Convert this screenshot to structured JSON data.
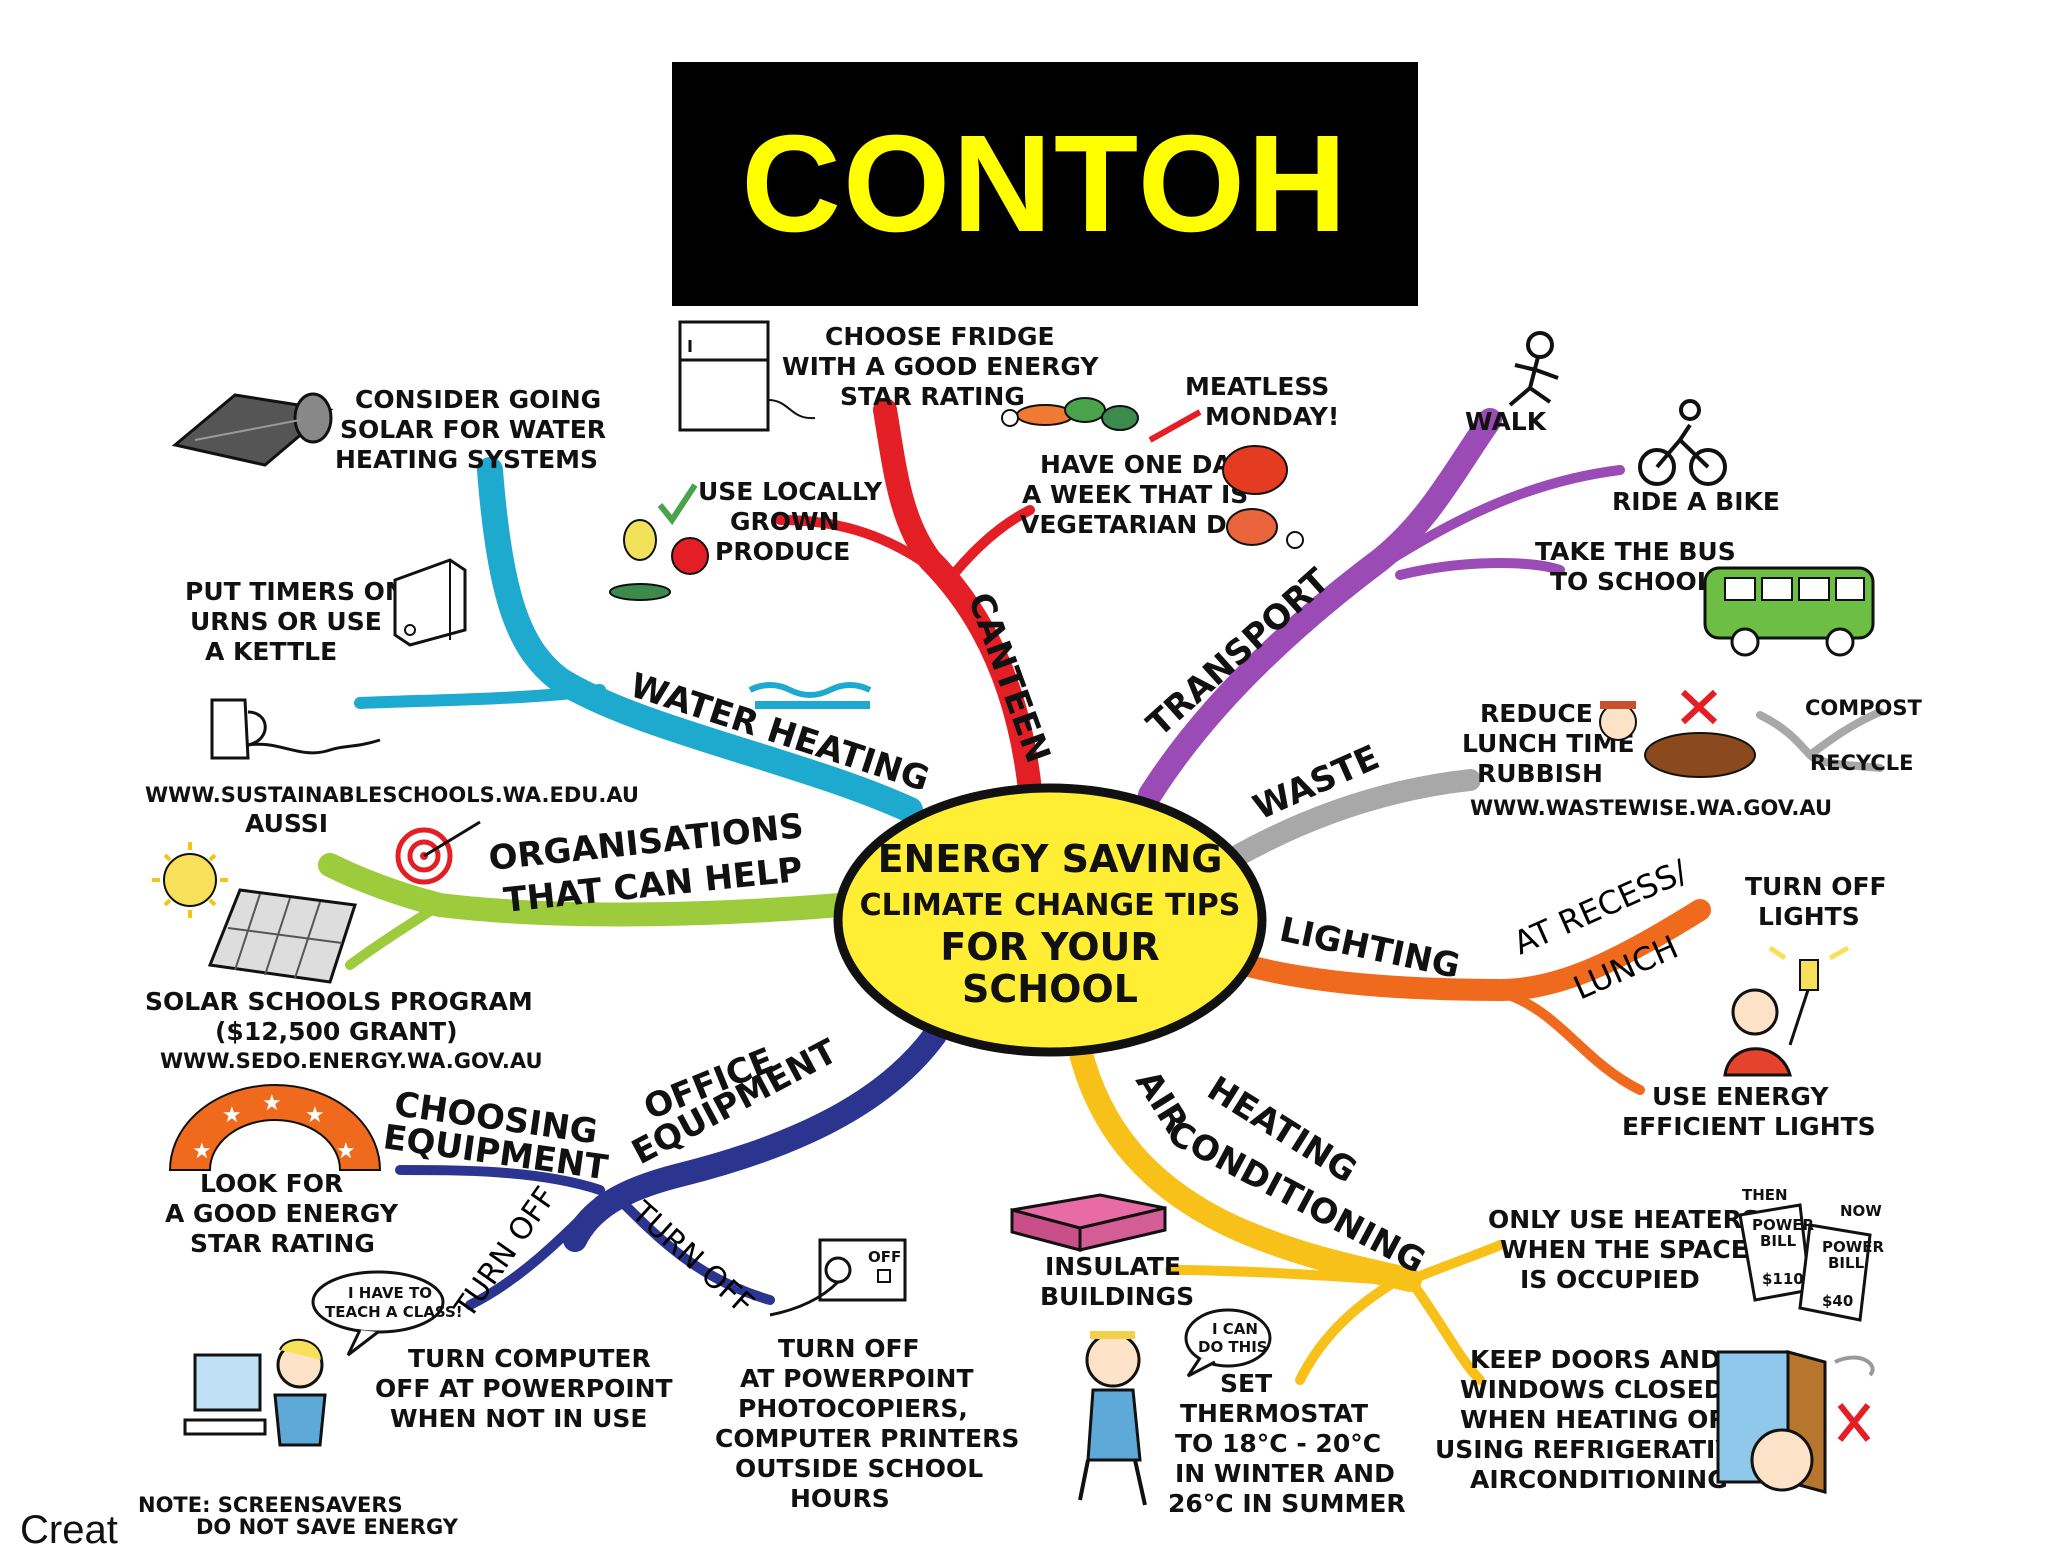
{
  "title": "CONTOH",
  "center": {
    "line1": "ENERGY SAVING",
    "line2": "CLIMATE CHANGE TIPS",
    "line3": "FOR YOUR",
    "line4": "SCHOOL"
  },
  "branches": {
    "water_heating": "WATER HEATING",
    "canteen": "CANTEEN",
    "transport": "TRANSPORT",
    "waste": "WASTE",
    "lighting": "LIGHTING",
    "at_recess": "AT RECESS/",
    "lunch": "LUNCH",
    "heating_line1": "HEATING",
    "heating_line2": "AIR",
    "heating_line3": "CONDITIONING",
    "office_line1": "OFFICE",
    "office_line2": "EQUIPMENT",
    "choosing_line1": "CHOOSING",
    "choosing_line2": "EQUIPMENT",
    "turn_off_left": "TURN OFF",
    "turn_off_right": "TURN OFF",
    "orgs_line1": "ORGANISATIONS",
    "orgs_line2": "THAT CAN HELP"
  },
  "tips": {
    "solar_water": [
      "CONSIDER GOING",
      "SOLAR FOR WATER",
      "HEATING SYSTEMS"
    ],
    "timers": [
      "PUT TIMERS ON",
      "URNS OR USE",
      "A KETTLE"
    ],
    "fridge": [
      "CHOOSE FRIDGE",
      "WITH A GOOD ENERGY",
      "STAR RATING"
    ],
    "meatless": [
      "MEATLESS",
      "MONDAY!"
    ],
    "veg_day": [
      "HAVE ONE DAY",
      "A WEEK THAT IS",
      "VEGETARIAN DAY"
    ],
    "local_produce": [
      "USE LOCALLY",
      "GROWN",
      "PRODUCE"
    ],
    "walk": "WALK",
    "bike": "RIDE A BIKE",
    "bus": [
      "TAKE THE BUS",
      "TO SCHOOL"
    ],
    "rubbish": [
      "REDUCE",
      "LUNCH TIME",
      "RUBBISH"
    ],
    "compost": "COMPOST",
    "recycle": "RECYCLE",
    "wastewise": "WWW.WASTEWISE.WA.GOV.AU",
    "lights_off": [
      "TURN OFF",
      "LIGHTS"
    ],
    "efficient_lights": [
      "USE ENERGY",
      "EFFICIENT LIGHTS"
    ],
    "heaters": [
      "ONLY USE HEATERS",
      "WHEN THE SPACE",
      "IS OCCUPIED"
    ],
    "doors": [
      "KEEP DOORS AND",
      "WINDOWS CLOSED",
      "WHEN HEATING OR",
      "USING REFRIGERATIVE",
      "AIRCONDITIONING"
    ],
    "insulate": [
      "INSULATE",
      "BUILDINGS"
    ],
    "thermostat": [
      "SET",
      "THERMOSTAT",
      "TO 18°C - 20°C",
      "IN WINTER AND",
      "26°C IN SUMMER"
    ],
    "i_can": [
      "I CAN",
      "DO THIS"
    ],
    "sustainable": "WWW.SUSTAINABLESCHOOLS.WA.EDU.AU",
    "aussi": "AUSSI",
    "solar_program": [
      "SOLAR SCHOOLS PROGRAM",
      "($12,500 GRANT)",
      "WWW.SEDO.ENERGY.WA.GOV.AU"
    ],
    "star_rating": [
      "LOOK FOR",
      "A GOOD ENERGY",
      "STAR RATING"
    ],
    "computer": [
      "TURN COMPUTER",
      "OFF AT POWERPOINT",
      "WHEN NOT IN USE"
    ],
    "teach": [
      "I HAVE TO",
      "TEACH A CLASS!"
    ],
    "powerpoint": [
      "TURN OFF",
      "AT POWERPOINT",
      "PHOTOCOPIERS,",
      "COMPUTER PRINTERS",
      "OUTSIDE SCHOOL",
      "HOURS"
    ],
    "off_switch": "OFF",
    "screensaver": [
      "NOTE: SCREENSAVERS",
      "DO NOT SAVE ENERGY"
    ],
    "bill_then": [
      "THEN",
      "POWER",
      "BILL",
      "$110"
    ],
    "bill_now": [
      "NOW",
      "POWER",
      "BILL",
      "$40"
    ]
  },
  "footer_fragment": "Creat",
  "colors": {
    "title_bg": "#000000",
    "title_text": "#ffff00",
    "center_fill": "#ffee33",
    "water": "#1ea9cf",
    "canteen": "#e31e24",
    "transport": "#9b4bb5",
    "waste": "#a8a8a8",
    "lighting": "#f06a1e",
    "heating": "#f8c11a",
    "office": "#2b3590",
    "organisations": "#9ccb3b"
  }
}
